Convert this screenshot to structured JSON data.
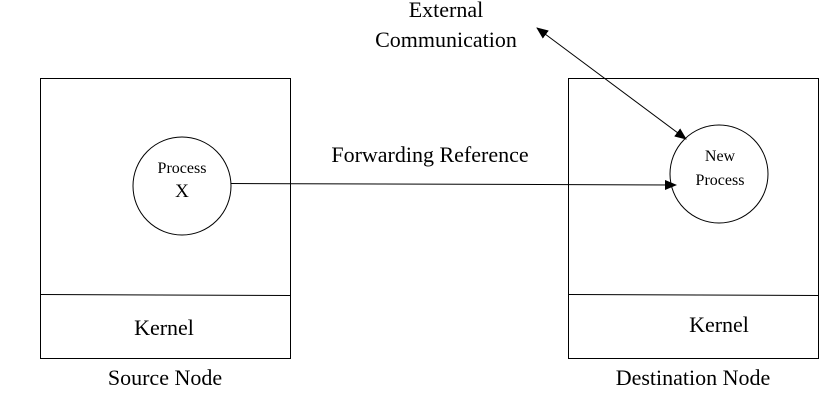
{
  "source_node": {
    "label": "Source Node",
    "kernel_label": "Kernel",
    "process_line1": "Process",
    "process_line2": "X"
  },
  "destination_node": {
    "label": "Destination Node",
    "kernel_label": "Kernel",
    "process_line1": "New",
    "process_line2": "Process"
  },
  "forwarding_label": "Forwarding Reference",
  "external": {
    "line1": "External",
    "line2": "Communication"
  }
}
